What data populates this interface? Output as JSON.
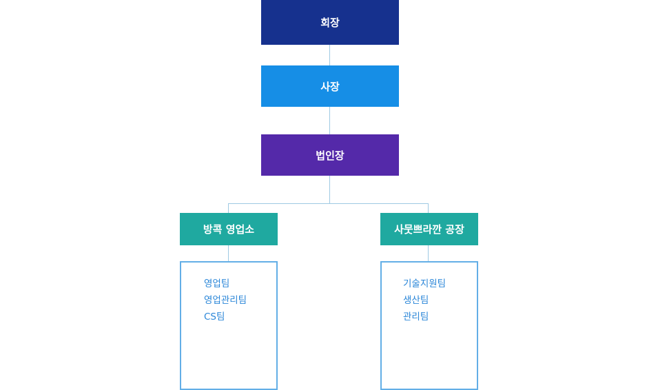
{
  "chart": {
    "chairman": "회장",
    "president": "사장",
    "corporate_head": "법인장",
    "branches": [
      {
        "name": "방콕 영업소",
        "teams": [
          "영업팀",
          "영업관리팀",
          "CS팀"
        ]
      },
      {
        "name": "사뭇쁘라깐 공장",
        "teams": [
          "기술지원팀",
          "생산팀",
          "관리팀"
        ]
      }
    ]
  },
  "colors": {
    "chairman": "#16318e",
    "president": "#168ee6",
    "corporate_head": "#5429a9",
    "branch": "#1fa9a0",
    "connector": "#9ec9e3",
    "team_border": "#62aee6",
    "team_text": "#2a86d8"
  }
}
